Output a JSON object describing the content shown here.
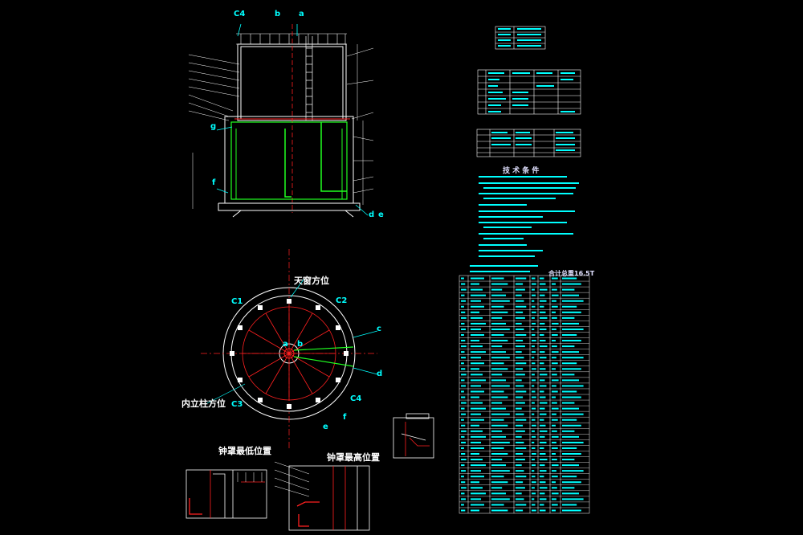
{
  "drawing": {
    "labels": {
      "tianchuang": "天窗方位",
      "neilizhu": "内立柱方位",
      "zhunshou_shoubi": "钟罩最低位置",
      "zhunshou_zuigao": "钟罩最高位置",
      "jishu_yaoqiu": "技 术 条 件",
      "total_weight": "合计总重16.5T"
    },
    "markers": {
      "c1": "C1",
      "c2": "C2",
      "c3": "C3",
      "c4": "C4",
      "a": "a",
      "b": "b",
      "c": "c",
      "d": "d",
      "e": "e",
      "f": "f",
      "g": "g",
      "C4_top": "C4"
    },
    "colors": {
      "white": "#ffffff",
      "red": "#ff2020",
      "green": "#20ff20",
      "cyan": "#00ffff",
      "blue": "#3060ff",
      "yellow": "#ffff00",
      "magenta": "#ff40ff"
    }
  }
}
